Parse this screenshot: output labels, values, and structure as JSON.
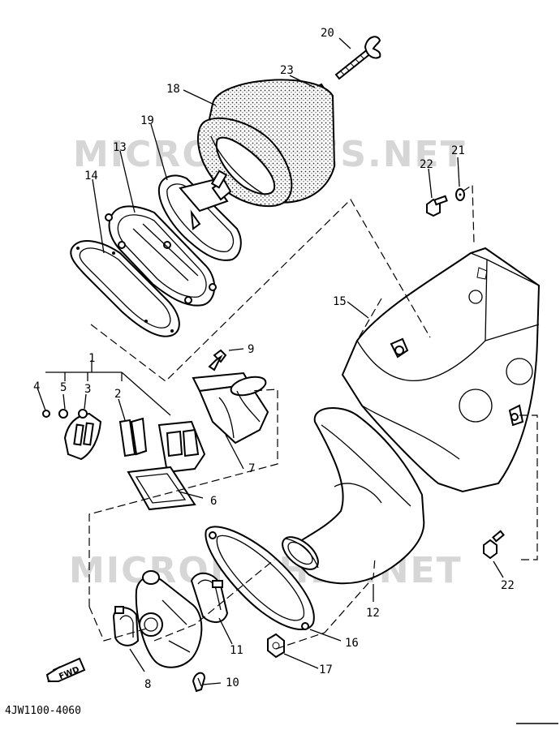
{
  "watermark": "MICROFICHES.NET",
  "diagram_code": "4JW1100-4060",
  "fwd_label": "FWD",
  "callouts": {
    "c1": "1",
    "c2": "2",
    "c3": "3",
    "c4": "4",
    "c5": "5",
    "c6": "6",
    "c7": "7",
    "c8": "8",
    "c9": "9",
    "c10": "10",
    "c11": "11",
    "c12": "12",
    "c13": "13",
    "c14": "14",
    "c15": "15",
    "c16": "16",
    "c17": "17",
    "c18": "18",
    "c19": "19",
    "c20": "20",
    "c21": "21",
    "c22a": "22",
    "c22b": "22",
    "c23": "23"
  }
}
